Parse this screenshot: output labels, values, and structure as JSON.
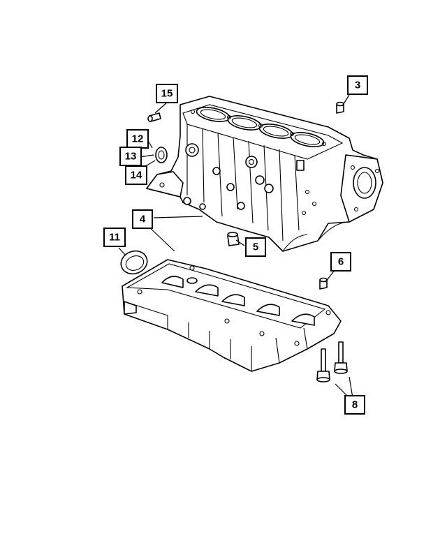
{
  "callouts": [
    {
      "id": "c3",
      "label": "3"
    },
    {
      "id": "c4",
      "label": "4"
    },
    {
      "id": "c5",
      "label": "5"
    },
    {
      "id": "c6",
      "label": "6"
    },
    {
      "id": "c8",
      "label": "8"
    },
    {
      "id": "c11",
      "label": "11"
    },
    {
      "id": "c12",
      "label": "12"
    },
    {
      "id": "c13",
      "label": "13"
    },
    {
      "id": "c14",
      "label": "14"
    },
    {
      "id": "c15",
      "label": "15"
    }
  ]
}
